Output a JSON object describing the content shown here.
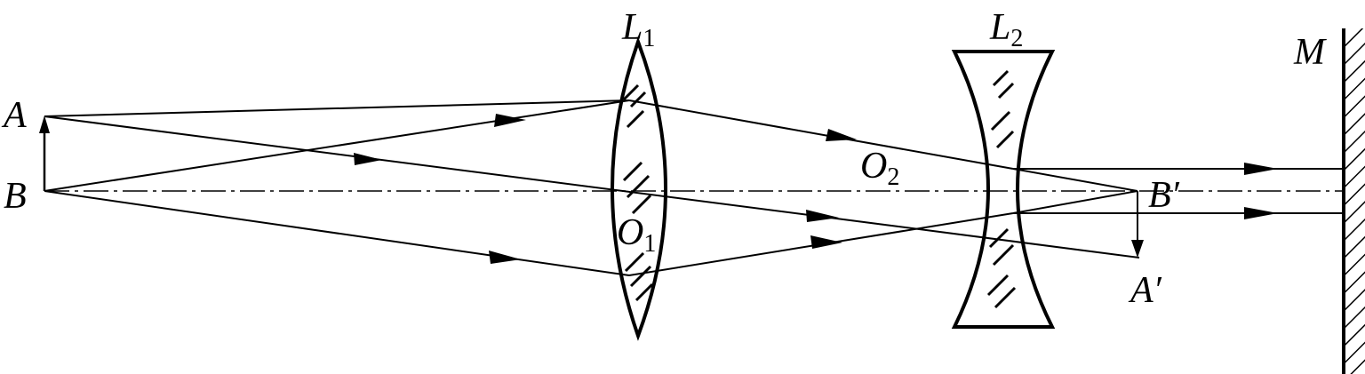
{
  "labels": {
    "A": "A",
    "B": "B",
    "L1_main": "L",
    "L1_sub": "1",
    "L2_main": "L",
    "L2_sub": "2",
    "M": "M",
    "O1_main": "O",
    "O1_sub": "1",
    "O2_main": "O",
    "O2_sub": "2",
    "B_prime": "B′",
    "A_prime": "A′"
  }
}
